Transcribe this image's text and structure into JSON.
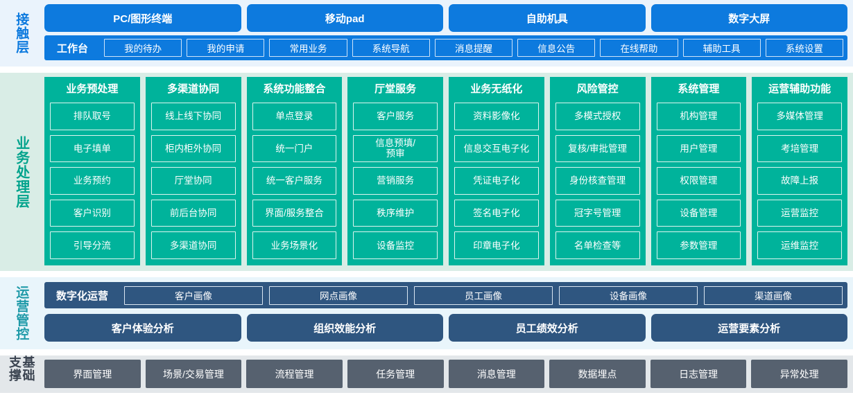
{
  "colors": {
    "touch_accent": "#0d7ade",
    "touch_bg": "#eaf3fc",
    "business_accent": "#00b39b",
    "business_bg": "#d9ede6",
    "ops_accent": "#2f5680",
    "ops_bg": "#e9f5fb",
    "base_accent": "#56616f",
    "base_bg": "#e3e7ea"
  },
  "touch_layer": {
    "label": "接触层",
    "terminals": [
      {
        "label": "PC/图形终端"
      },
      {
        "label": "移动pad"
      },
      {
        "label": "自助机具"
      },
      {
        "label": "数字大屏"
      }
    ],
    "workbench": {
      "title": "工作台",
      "items": [
        {
          "label": "我的待办"
        },
        {
          "label": "我的申请"
        },
        {
          "label": "常用业务"
        },
        {
          "label": "系统导航"
        },
        {
          "label": "消息提醒"
        },
        {
          "label": "信息公告"
        },
        {
          "label": "在线帮助"
        },
        {
          "label": "辅助工具"
        },
        {
          "label": "系统设置"
        }
      ]
    }
  },
  "business_layer": {
    "label": "业务处理层",
    "columns": [
      {
        "title": "业务预处理",
        "items": [
          {
            "label": "排队取号"
          },
          {
            "label": "电子填单"
          },
          {
            "label": "业务预约"
          },
          {
            "label": "客户识别"
          },
          {
            "label": "引导分流"
          }
        ]
      },
      {
        "title": "多渠道协同",
        "items": [
          {
            "label": "线上线下协同"
          },
          {
            "label": "柜内柜外协同"
          },
          {
            "label": "厅堂协同"
          },
          {
            "label": "前后台协同"
          },
          {
            "label": "多渠道协同"
          }
        ]
      },
      {
        "title": "系统功能整合",
        "items": [
          {
            "label": "单点登录"
          },
          {
            "label": "统一门户"
          },
          {
            "label": "统一客户服务"
          },
          {
            "label": "界面/服务整合"
          },
          {
            "label": "业务场景化"
          }
        ]
      },
      {
        "title": "厅堂服务",
        "items": [
          {
            "label": "客户服务"
          },
          {
            "label": "信息预填/\n预审"
          },
          {
            "label": "营销服务"
          },
          {
            "label": "秩序维护"
          },
          {
            "label": "设备监控"
          }
        ]
      },
      {
        "title": "业务无纸化",
        "items": [
          {
            "label": "资料影像化"
          },
          {
            "label": "信息交互电子化"
          },
          {
            "label": "凭证电子化"
          },
          {
            "label": "签名电子化"
          },
          {
            "label": "印章电子化"
          }
        ]
      },
      {
        "title": "风险管控",
        "items": [
          {
            "label": "多模式授权"
          },
          {
            "label": "复核/审批管理"
          },
          {
            "label": "身份核查管理"
          },
          {
            "label": "冠字号管理"
          },
          {
            "label": "名单检查等"
          }
        ]
      },
      {
        "title": "系统管理",
        "items": [
          {
            "label": "机构管理"
          },
          {
            "label": "用户管理"
          },
          {
            "label": "权限管理"
          },
          {
            "label": "设备管理"
          },
          {
            "label": "参数管理"
          }
        ]
      },
      {
        "title": "运营辅助功能",
        "items": [
          {
            "label": "多媒体管理"
          },
          {
            "label": "考培管理"
          },
          {
            "label": "故障上报"
          },
          {
            "label": "运营监控"
          },
          {
            "label": "运维监控"
          }
        ]
      }
    ]
  },
  "ops_layer": {
    "label": "运营管控",
    "digital_ops": {
      "title": "数字化运营",
      "items": [
        {
          "label": "客户画像"
        },
        {
          "label": "网点画像"
        },
        {
          "label": "员工画像"
        },
        {
          "label": "设备画像"
        },
        {
          "label": "渠道画像"
        }
      ]
    },
    "analysis": [
      {
        "label": "客户体验分析"
      },
      {
        "label": "组织效能分析"
      },
      {
        "label": "员工绩效分析"
      },
      {
        "label": "运营要素分析"
      }
    ]
  },
  "base_layer": {
    "label": "基础支撑",
    "items": [
      {
        "label": "界面管理"
      },
      {
        "label": "场景/交易管理"
      },
      {
        "label": "流程管理"
      },
      {
        "label": "任务管理"
      },
      {
        "label": "消息管理"
      },
      {
        "label": "数据埋点"
      },
      {
        "label": "日志管理"
      },
      {
        "label": "异常处理"
      }
    ]
  }
}
